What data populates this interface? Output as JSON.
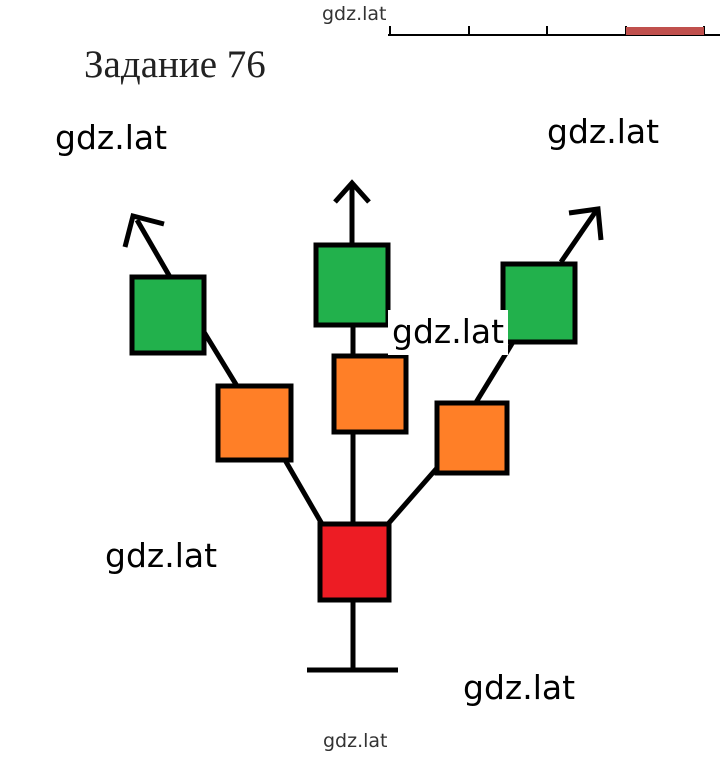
{
  "header": {
    "watermark": "gdz.lat",
    "task_title": "Задание 76"
  },
  "watermarks": {
    "top_left": "gdz.lat",
    "top_right": "gdz.lat",
    "center": "gdz.lat",
    "middle_left": "gdz.lat",
    "bottom_right": "gdz.lat",
    "footer": "gdz.lat"
  },
  "colors": {
    "root_square": "#ed1c24",
    "middle_squares": "#ff7f27",
    "top_squares": "#22b14c",
    "lines": "#000000",
    "ruler_highlight": "#c0504d"
  },
  "diagram": {
    "root": "red-square",
    "branches": [
      {
        "name": "left",
        "middle": "orange-square",
        "top": "green-square",
        "arrow": "up-left"
      },
      {
        "name": "center",
        "middle": "orange-square",
        "top": "green-square",
        "arrow": "up"
      },
      {
        "name": "right",
        "middle": "orange-square",
        "top": "green-square",
        "arrow": "up-right"
      }
    ]
  }
}
